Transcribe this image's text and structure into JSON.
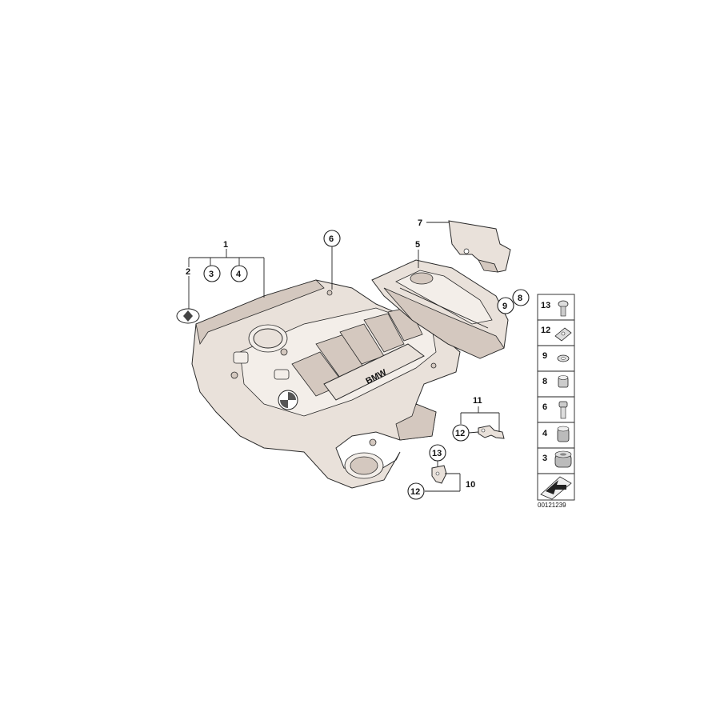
{
  "diagram": {
    "callouts": {
      "c1": "1",
      "c2": "2",
      "c3": "3",
      "c4": "4",
      "c5": "5",
      "c6": "6",
      "c7": "7",
      "c8": "8",
      "c9": "9",
      "c10": "10",
      "c11": "11",
      "c12a": "12",
      "c12b": "12",
      "c13": "13"
    },
    "engine_cover_badge": "BMW",
    "legend": {
      "items": [
        "13",
        "12",
        "9",
        "8",
        "6",
        "4",
        "3"
      ]
    },
    "image_number": "00121239"
  },
  "colors": {
    "part_fill": "#e9e1da",
    "part_shadow": "#d4c8bf",
    "outline": "#2a2a2a"
  }
}
